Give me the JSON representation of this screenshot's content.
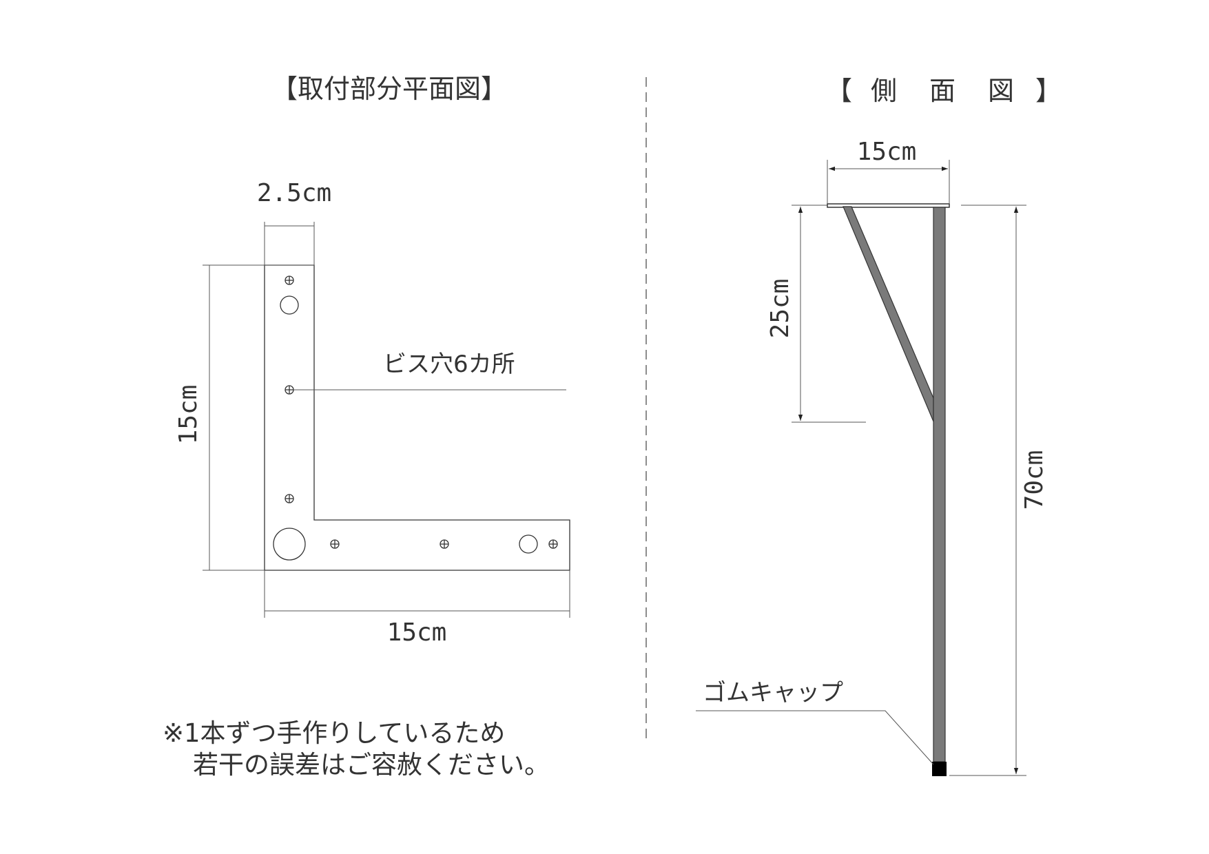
{
  "plan_view": {
    "title": "【取付部分平面図】",
    "dim_width": "2.5cm",
    "dim_height": "15cm",
    "dim_length": "15cm",
    "screw_label": "ビス穴6カ所"
  },
  "side_view": {
    "title_open": "【",
    "title_chars": [
      "側",
      "面",
      "図"
    ],
    "title_close": "】",
    "dim_top": "15cm",
    "dim_brace": "25cm",
    "dim_total": "70cm",
    "cap_label": "ゴムキャップ"
  },
  "note": {
    "line1": "※1本ずつ手作りしているため",
    "line2": "若干の誤差はご容赦ください。"
  },
  "colors": {
    "line": "#333333",
    "leg_fill": "#7a7a7a",
    "cap_fill": "#000000"
  }
}
